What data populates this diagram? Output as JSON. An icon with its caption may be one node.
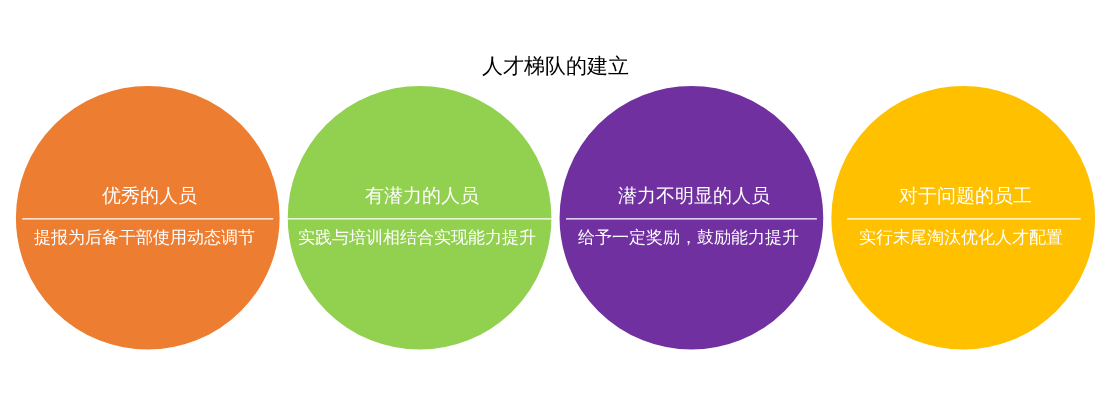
{
  "diagram": {
    "title": "人才梯队的建立",
    "nodes": [
      {
        "text": [
          "优秀的人员",
          "提报为后备干部使用动态调节"
        ]
      },
      {
        "text": [
          "有潜力的人员",
          "实践与培训相结合实现能力提升"
        ]
      },
      {
        "text": [
          "潜力不明显的人员",
          "给予一定奖励，鼓励能力提升"
        ]
      },
      {
        "text": [
          "对于问题的员工",
          "实行末尾淘汰优化人才配置"
        ]
      }
    ]
  }
}
